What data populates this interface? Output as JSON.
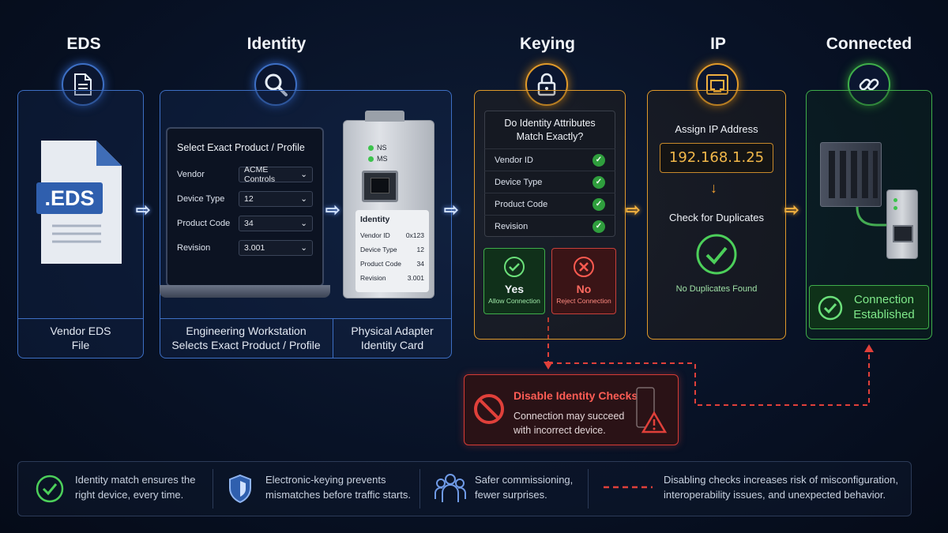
{
  "stages": {
    "eds": "EDS",
    "identity": "Identity",
    "keying": "Keying",
    "ip": "IP",
    "connected": "Connected"
  },
  "eds_panel": {
    "file_label": ".EDS",
    "caption": "Vendor EDS\nFile"
  },
  "workstation": {
    "title": "Select Exact Product / Profile",
    "fields": [
      {
        "label": "Vendor",
        "value": "ACME Controls"
      },
      {
        "label": "Device Type",
        "value": "12"
      },
      {
        "label": "Product Code",
        "value": "34"
      },
      {
        "label": "Revision",
        "value": "3.001"
      }
    ],
    "caption": "Engineering Workstation\nSelects Exact Product / Profile"
  },
  "adapter": {
    "leds": [
      "NS",
      "MS"
    ],
    "card_title": "Identity",
    "card_rows": [
      {
        "label": "Vendor ID",
        "value": "0x123"
      },
      {
        "label": "Device Type",
        "value": "12"
      },
      {
        "label": "Product Code",
        "value": "34"
      },
      {
        "label": "Revision",
        "value": "3.001"
      }
    ],
    "caption": "Physical Adapter\nIdentity Card"
  },
  "keying": {
    "question": "Do Identity Attributes\nMatch Exactly?",
    "checks": [
      "Vendor ID",
      "Device Type",
      "Product Code",
      "Revision"
    ],
    "yes_label": "Yes",
    "yes_sub": "Allow Connection",
    "no_label": "No",
    "no_sub": "Reject Connection"
  },
  "ip": {
    "title": "Assign IP Address",
    "address": "192.168.1.25",
    "check_title": "Check for Duplicates",
    "result": "No Duplicates Found"
  },
  "connected": {
    "status": "Connection\nEstablished"
  },
  "warning": {
    "title": "Disable Identity Checks",
    "text": "Connection may succeed\nwith incorrect device."
  },
  "legend": [
    {
      "icon": "check-circle-icon",
      "text": "Identity match ensures the\nright device, every time."
    },
    {
      "icon": "shield-icon",
      "text": "Electronic-keying prevents\nmismatches before traffic starts."
    },
    {
      "icon": "team-icon",
      "text": "Safer commissioning,\nfewer surprises."
    },
    {
      "icon": "dashed-line-icon",
      "text": "Disabling checks increases risk of misconfiguration,\ninteroperability issues, and unexpected behavior."
    }
  ],
  "colors": {
    "blue": "#3d6fc4",
    "amber": "#e09a2a",
    "green": "#3fae4a",
    "red": "#e0403a"
  }
}
